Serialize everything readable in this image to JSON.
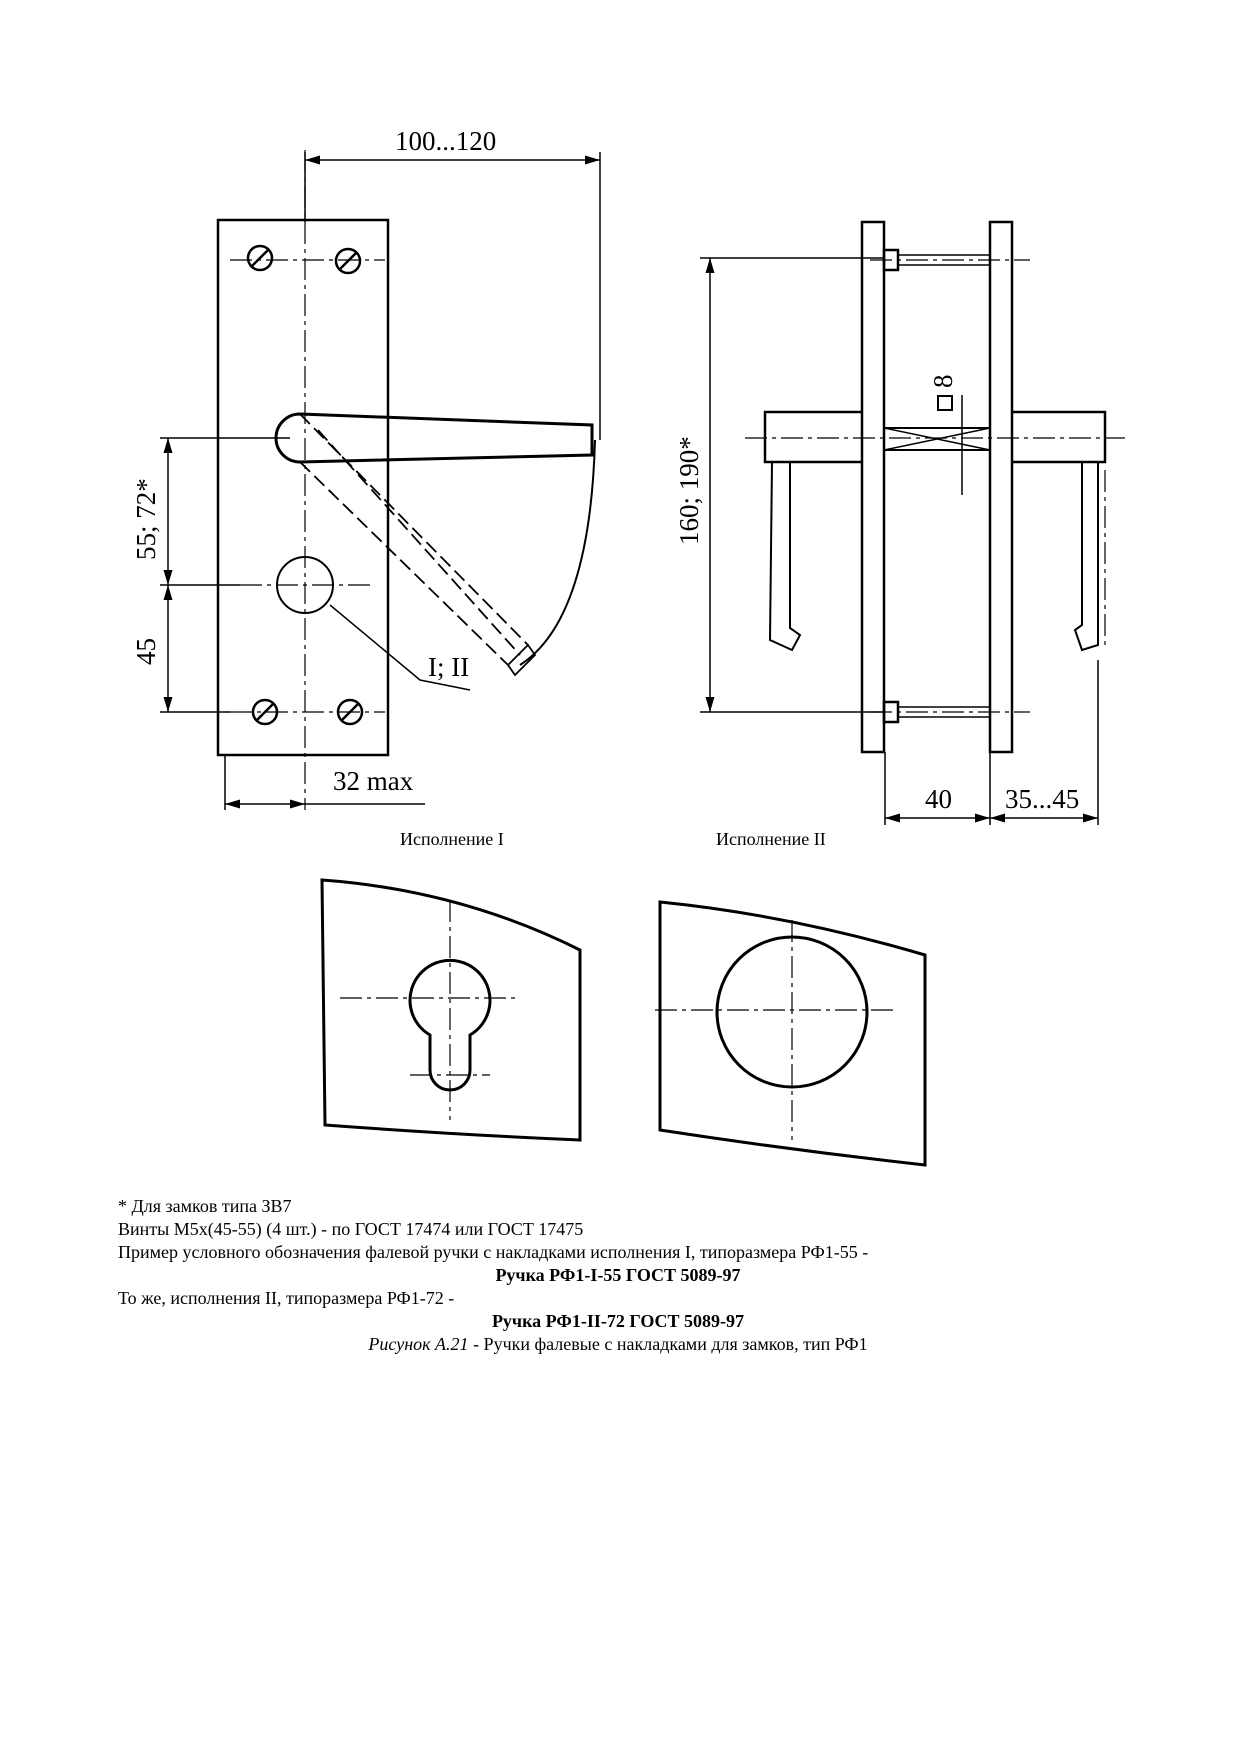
{
  "drawing": {
    "dim_width": "100...120",
    "dim_height": "160; 190*",
    "dim_upper": "55; 72*",
    "dim_lower": "45",
    "dim_bottom": "32 max",
    "dim_side_left": "40",
    "dim_side_right": "35...45",
    "position_label": "I; II",
    "square_label": "8"
  },
  "captions": {
    "variant_1": "Исполнение I",
    "variant_2": "Исполнение II"
  },
  "notes": {
    "line1": "* Для замков типа ЗВ7",
    "line2": "Винты М5х(45-55) (4 шт.) - по ГОСТ 17474 или ГОСТ 17475",
    "line3": "Пример условного обозначения фалевой ручки с накладками исполнения I, типоразмера РФ1-55 -",
    "line4": "Ручка РФ1-I-55 ГОСТ 5089-97",
    "line5": "То же, исполнения II, типоразмера РФ1-72 -",
    "line6": "Ручка РФ1-II-72 ГОСТ 5089-97",
    "figure_label": "Рисунок А.21",
    "figure_title": " - Ручки фалевые с накладками для замков, тип РФ1"
  }
}
